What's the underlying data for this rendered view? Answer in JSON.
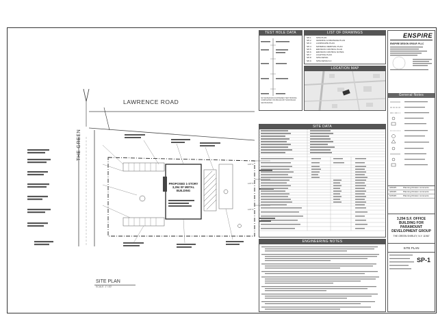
{
  "plan": {
    "road_name": "LAWRENCE ROAD",
    "road_side": "THE GREEN",
    "building_label": "PROPOSED 1-STORY 3,294 SF METAL BUILDING",
    "lot_labels": [
      "LOT 4",
      "LOT 5",
      "LOT 6"
    ],
    "title": "SITE PLAN",
    "scale": "SCALE: 1\"=30'"
  },
  "test_hole": {
    "header": "TEST HOLE DATA",
    "footnote": "NO WATER ENCOUNTERED TEST BORING COMPLETED ON 08/14/24 BY MCDONALD GEOSCIENCE"
  },
  "drawings": {
    "header": "LIST OF DRAWINGS",
    "items": [
      {
        "no": "SP-1",
        "name": "SITE PLAN"
      },
      {
        "no": "SP-2",
        "name": "GRADING & DRAINAGE PLAN"
      },
      {
        "no": "SP-3",
        "name": "LANDSCAPE PLAN"
      },
      {
        "no": "SP-4",
        "name": "MATERIAL REMOVAL PLAN"
      },
      {
        "no": "SP-5",
        "name": "EROSION CONTROL PLAN"
      },
      {
        "no": "SP-6",
        "name": "EROSION CONTROL NOTES"
      },
      {
        "no": "SP-7",
        "name": "LIGHTING PLAN"
      },
      {
        "no": "SP-8",
        "name": "SITE DETAIL"
      },
      {
        "no": "SP-9",
        "name": "SITE DETAILS 2"
      }
    ]
  },
  "location_map": {
    "header": "LOCATION MAP"
  },
  "site_data": {
    "header": "SITE DATA"
  },
  "engineering_notes": {
    "header": "ENGINEERING NOTES"
  },
  "general_notes": {
    "header": "General Notes"
  },
  "firm": {
    "logo": "ENSPIRE",
    "name": "ENSPIRE DESIGN GROUP, PLLC"
  },
  "project": {
    "title": "3,294 S.F. OFFICE BUILDING FOR PARAMOUNT DEVELOPMENT GROUP",
    "location": "THE GREEN SHIRLEY, N.Y. 11967",
    "sheet_name": "SITE PLAN",
    "sheet_no": "SP-1"
  },
  "revisions": [
    {
      "date": "3/29/25",
      "desc": "Planning Division comments"
    },
    {
      "date": "4/29/25",
      "desc": "Planning Division comments"
    },
    {
      "date": "5/15/25",
      "desc": "Planning Division comments"
    }
  ]
}
